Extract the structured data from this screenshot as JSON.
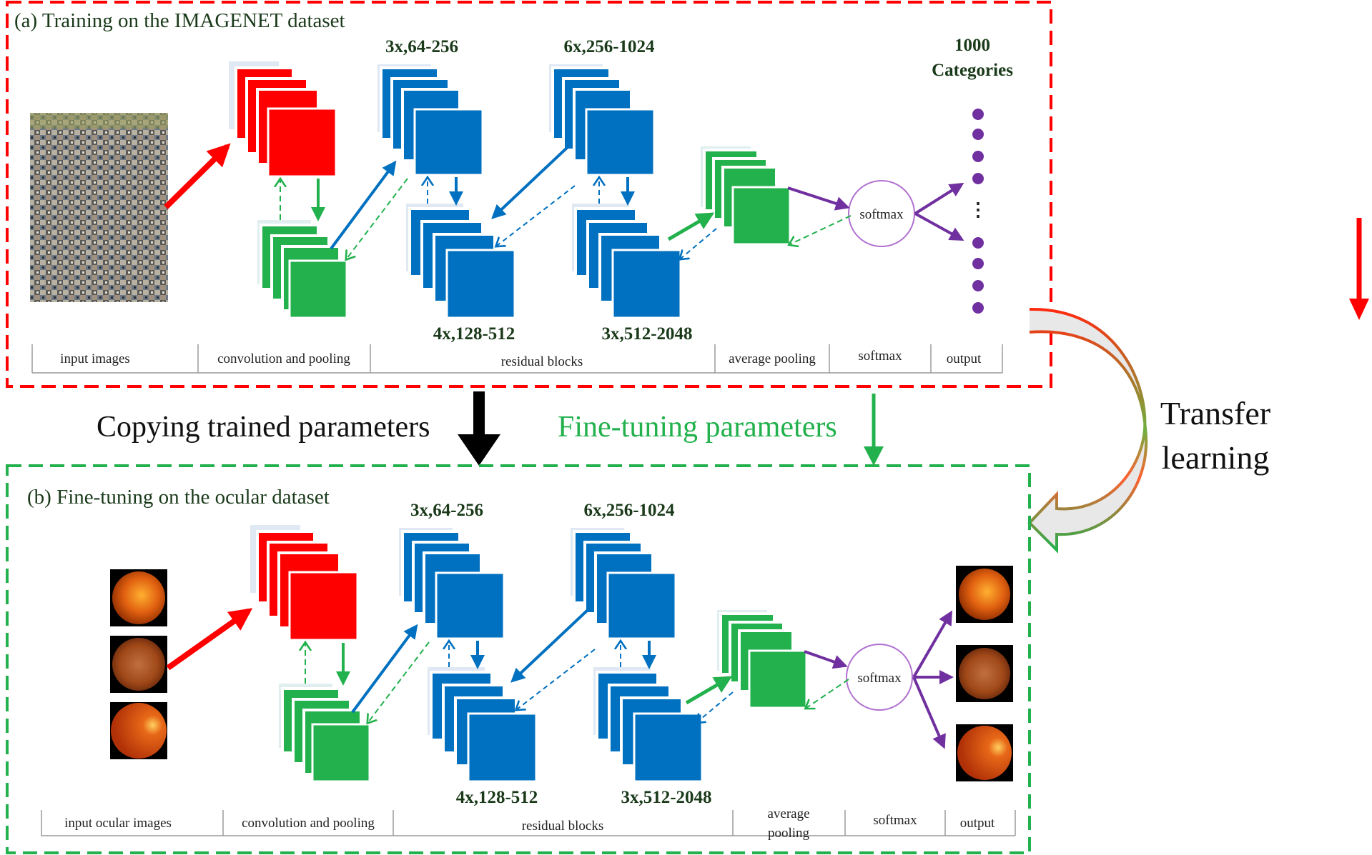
{
  "panel_a": {
    "title": "(a) Training on the IMAGENET dataset",
    "block_labels": {
      "conv2": "3x,64-256",
      "conv3": "4x,128-512",
      "conv4": "6x,256-1024",
      "conv5": "3x,512-2048"
    },
    "output_title_line1": "1000",
    "output_title_line2": "Categories",
    "softmax_node": "softmax",
    "ellipsis": "⋮",
    "stages": {
      "input": "input images",
      "conv": "convolution and pooling",
      "residual": "residual blocks",
      "pool": "average  pooling",
      "softmax": "softmax",
      "output": "output"
    }
  },
  "panel_b": {
    "title": "(b) Fine-tuning on the ocular dataset",
    "block_labels": {
      "conv2": "3x,64-256",
      "conv3": "4x,128-512",
      "conv4": "6x,256-1024",
      "conv5": "3x,512-2048"
    },
    "softmax_node": "softmax",
    "stages": {
      "input": "input ocular images",
      "conv": "convolution and pooling",
      "residual": "residual blocks",
      "pool_line1": "average",
      "pool_line2": "pooling",
      "softmax": "softmax",
      "output": "output"
    }
  },
  "middle": {
    "copy_label": "Copying trained parameters",
    "finetune_label": "Fine-tuning parameters"
  },
  "transfer": {
    "line1": "Transfer",
    "line2": "learning"
  },
  "colors": {
    "conv_red": "#ff0000",
    "pool_green": "#22b14c",
    "residual_blue": "#0070c0",
    "softmax_purple": "#7030a0",
    "frame_a": "#ff0000",
    "frame_b": "#22b14c",
    "finetune_text": "#22b14c",
    "label_dark_green": "#1a3a1a"
  },
  "icons": [
    "imagenet-mosaic-image",
    "fundus-image",
    "arrow-down-icon"
  ]
}
